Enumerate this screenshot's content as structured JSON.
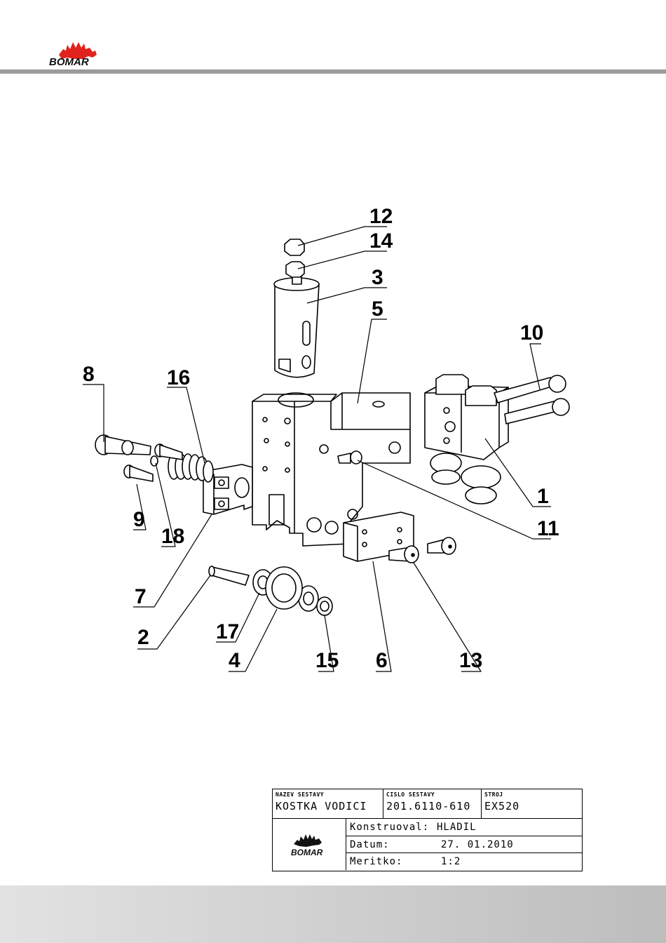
{
  "brand": {
    "logo_text": "BOMAR"
  },
  "drawing": {
    "part_numbers": [
      "12",
      "14",
      "3",
      "5",
      "10",
      "8",
      "16",
      "9",
      "18",
      "1",
      "11",
      "7",
      "2",
      "17",
      "4",
      "15",
      "6",
      "13"
    ]
  },
  "title_block": {
    "assembly_name_label": "NAZEV SESTAVY",
    "assembly_name": "KOSTKA VODICI",
    "assembly_no_label": "CISLO SESTAVY",
    "assembly_no": "201.6110-610",
    "machine_label": "STROJ",
    "machine": "EX520",
    "designer_label": "Konstruoval:",
    "designer": "HLADIL",
    "date_label": "Datum:",
    "date": "27. 01.2010",
    "scale_label": "Meritko:",
    "scale": "1:2",
    "logo_text": "BOMAR"
  }
}
